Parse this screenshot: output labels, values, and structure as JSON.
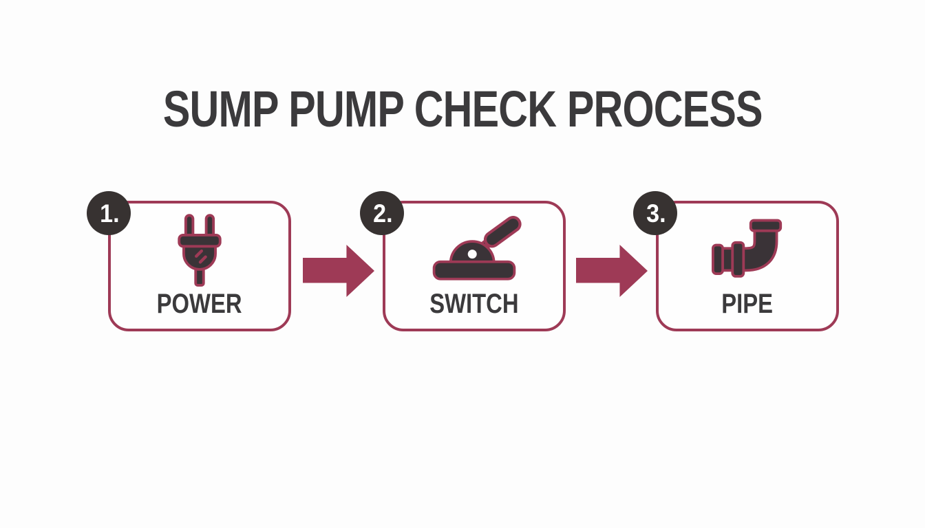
{
  "title": "SUMP PUMP CHECK PROCESS",
  "colors": {
    "accent_maroon": "#9e3a56",
    "icon_dark": "#3a3337",
    "badge_dark": "#373231",
    "text_dark": "#3b3a3c",
    "badge_number_color": "#ffffff",
    "background": "#fdfdfd",
    "card_background": "#fefefe"
  },
  "steps": [
    {
      "number": "1.",
      "label": "POWER",
      "icon": "power-plug-icon"
    },
    {
      "number": "2.",
      "label": "SWITCH",
      "icon": "lever-switch-icon"
    },
    {
      "number": "3.",
      "label": "PIPE",
      "icon": "pipe-elbow-icon"
    }
  ],
  "arrows": [
    {
      "direction": "right"
    },
    {
      "direction": "right"
    }
  ]
}
